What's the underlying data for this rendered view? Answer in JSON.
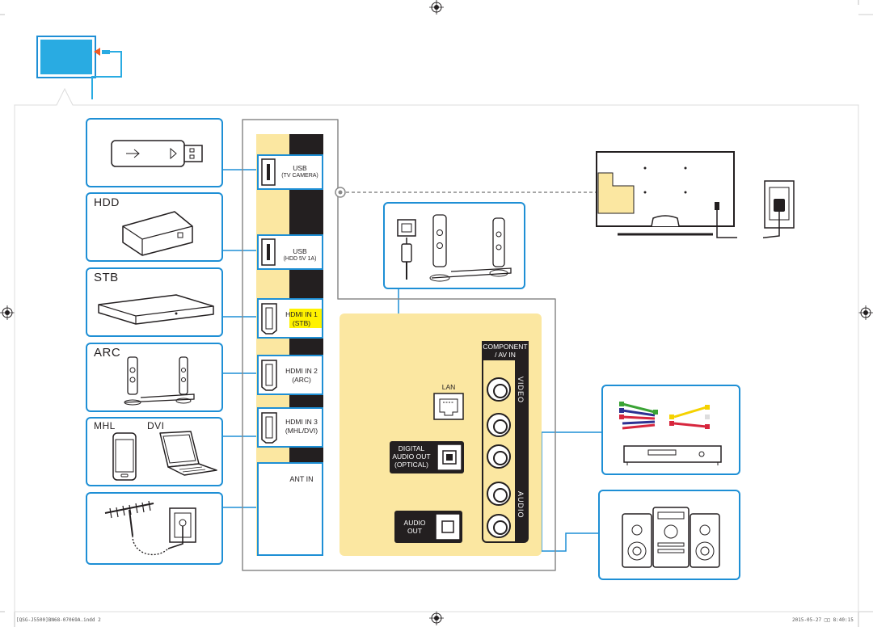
{
  "device_labels": {
    "hdd": "HDD",
    "stb": "STB",
    "arc": "ARC",
    "mhl": "MHL",
    "dvi": "DVI"
  },
  "ports": {
    "usb1": "USB",
    "usb1_sub": "(TV CAMERA)",
    "usb2": "USB",
    "usb2_sub": "(HDD 5V 1A)",
    "hdmi1": "HDMI IN 1",
    "hdmi1_sub": "(STB)",
    "hdmi2": "HDMI IN 2",
    "hdmi2_sub": "(ARC)",
    "hdmi3": "HDMI IN 3",
    "hdmi3_sub": "(MHL/DVI)",
    "ant": "ANT IN",
    "lan": "LAN",
    "digital_audio_1": "DIGITAL",
    "digital_audio_2": "AUDIO OUT",
    "digital_audio_3": "(OPTICAL)",
    "audio_out_1": "AUDIO",
    "audio_out_2": "OUT",
    "component_1": "COMPONENT",
    "component_2": "/ AV IN",
    "video": "VIDEO",
    "audio": "AUDIO"
  },
  "footer": {
    "left": "[QSG-J5500]BN68-07069A.indd   2",
    "right": "2015-05-27   □□ 8:40:15"
  },
  "colors": {
    "accent_blue": "#1e8fd5",
    "panel_yellow": "#fbe7a1",
    "highlight_yellow": "#fff200",
    "tv_blue": "#29abe2"
  }
}
